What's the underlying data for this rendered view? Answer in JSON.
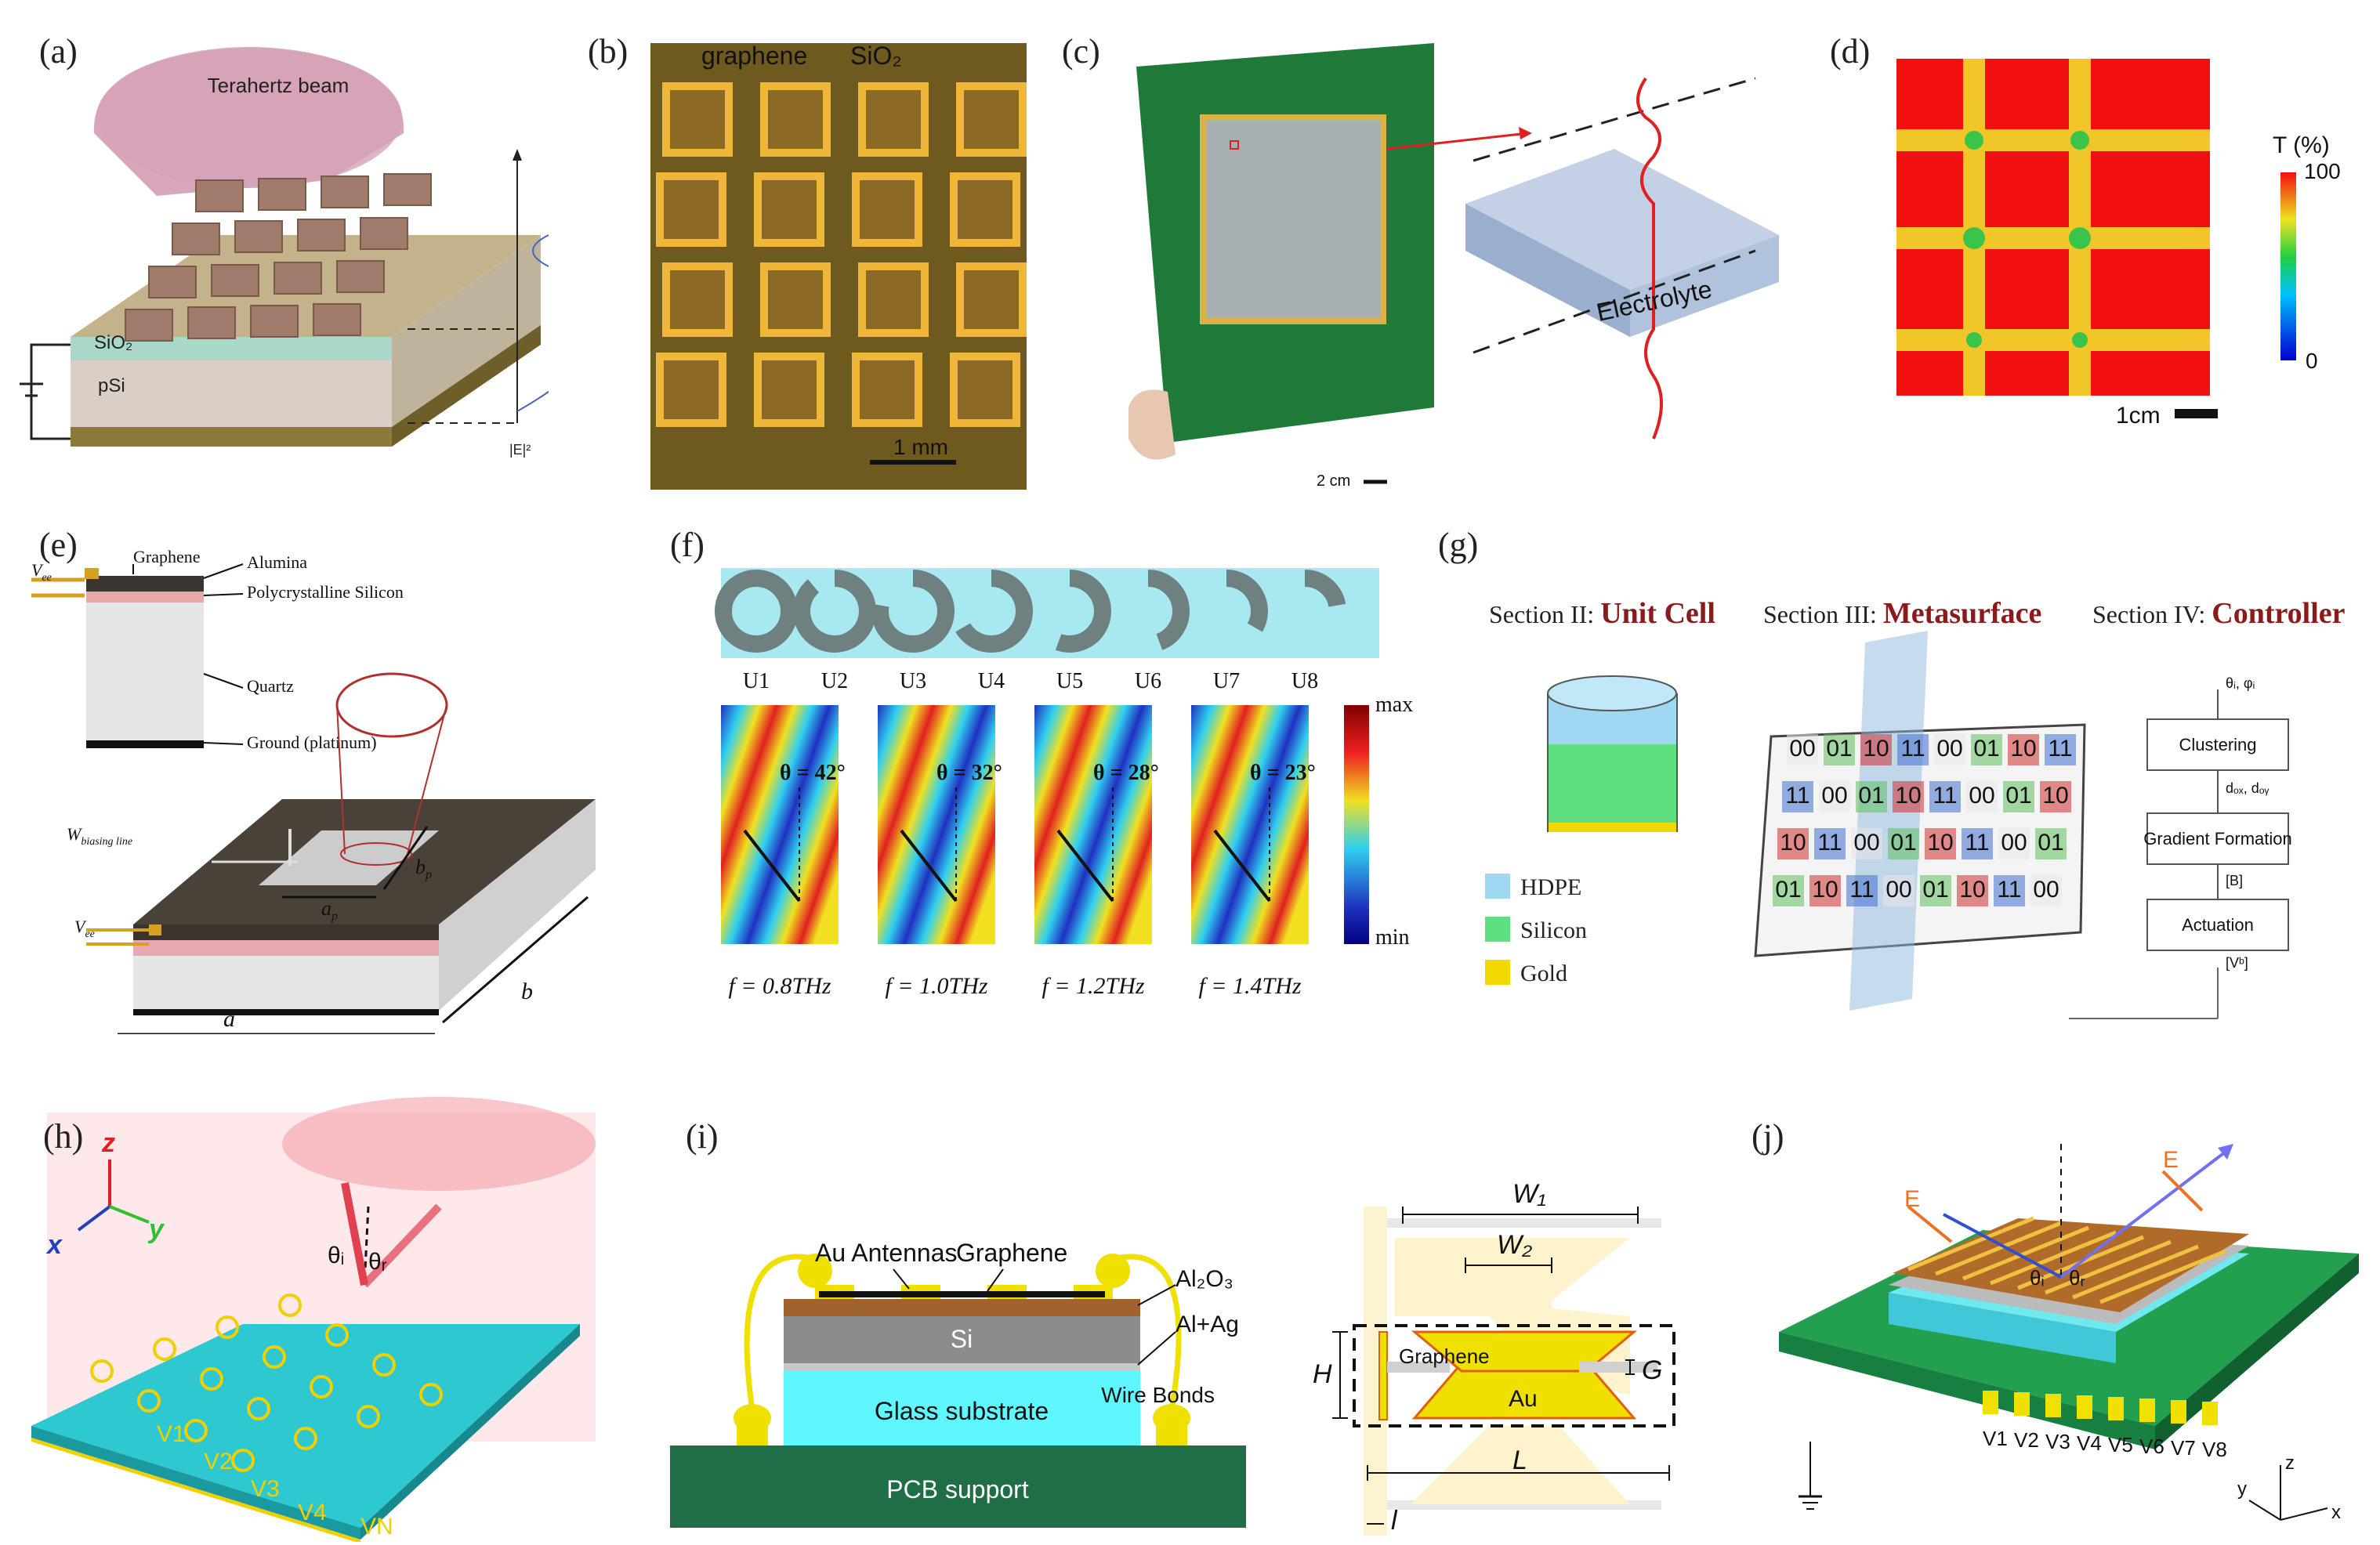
{
  "panel_labels": {
    "a": "(a)",
    "b": "(b)",
    "c": "(c)",
    "d": "(d)",
    "e": "(e)",
    "f": "(f)",
    "g": "(g)",
    "h": "(h)",
    "i": "(i)",
    "j": "(j)"
  },
  "panel_a": {
    "beam": "Terahertz beam",
    "sio2": "SiO₂",
    "psi": "pSi",
    "efield": "|E|²"
  },
  "panel_b": {
    "graphene": "graphene",
    "sio2": "SiO₂",
    "scale": "1 mm"
  },
  "panel_c": {
    "electrolyte": "Electrolyte",
    "scale": "2 cm"
  },
  "panel_d": {
    "colorbar_title": "T (%)",
    "cb_max": "100",
    "cb_min": "0",
    "scale": "1cm"
  },
  "panel_e": {
    "graphene": "Graphene",
    "alumina": "Alumina",
    "polysilicon": "Polycrystalline Silicon",
    "quartz": "Quartz",
    "ground": "Ground (platinum)",
    "vee": "V",
    "vee_sub": "ee",
    "w_bias": "W",
    "w_bias_sub": "biasing line",
    "ap": "a",
    "ap_sub": "p",
    "bp": "b",
    "bp_sub": "p",
    "a": "a",
    "b": "b"
  },
  "panel_f": {
    "units": [
      "U1",
      "U2",
      "U3",
      "U4",
      "U5",
      "U6",
      "U7",
      "U8"
    ],
    "angles": [
      "θ = 42°",
      "θ = 32°",
      "θ = 28°",
      "θ = 23°"
    ],
    "freqs": [
      "f = 0.8THz",
      "f = 1.0THz",
      "f = 1.2THz",
      "f = 1.4THz"
    ],
    "cb_max": "max",
    "cb_min": "min"
  },
  "panel_g": {
    "sec2": "Section II:",
    "sec2_title": "Unit Cell",
    "sec3": "Section III:",
    "sec3_title": "Metasurface",
    "sec4": "Section IV:",
    "sec4_title": "Controller",
    "legend": [
      "HDPE",
      "Silicon",
      "Gold"
    ],
    "ctrl_boxes": [
      "Clustering",
      "Gradient Formation",
      "Actuation"
    ],
    "ctrl_labels": [
      "θᵢ, φᵢ",
      "dₒₓ, dₒᵧ",
      "[B]",
      "[Vᵇ]"
    ],
    "codes": [
      [
        "00",
        "01",
        "10",
        "11",
        "00",
        "01",
        "10",
        "11"
      ],
      [
        "11",
        "00",
        "01",
        "10",
        "11",
        "00",
        "01",
        "10"
      ],
      [
        "10",
        "11",
        "00",
        "01",
        "10",
        "11",
        "00",
        "01"
      ],
      [
        "01",
        "10",
        "11",
        "00",
        "01",
        "10",
        "11",
        "00"
      ]
    ]
  },
  "panel_h": {
    "z": "z",
    "x": "x",
    "y": "y",
    "theta_i": "θᵢ",
    "theta_r": "θᵣ",
    "v": [
      "V1",
      "V2",
      "V3",
      "V4",
      "VN"
    ],
    "dots": "..."
  },
  "panel_i": {
    "au_antennas": "Au Antennas",
    "graphene": "Graphene",
    "al2o3": "Al₂O₃",
    "si": "Si",
    "alag": "Al+Ag",
    "glass": "Glass substrate",
    "wire": "Wire Bonds",
    "pcb": "PCB support",
    "w1": "W₁",
    "w2": "W₂",
    "h": "H",
    "g": "G",
    "graphene2": "Graphene",
    "au": "Au",
    "l": "L",
    "i": "l"
  },
  "panel_j": {
    "e1": "E",
    "e2": "E",
    "theta_i": "θᵢ",
    "theta_r": "θᵣ",
    "v": [
      "V1",
      "V2",
      "V3",
      "V4",
      "V5",
      "V6",
      "V7",
      "V8"
    ],
    "z": "z",
    "y": "y",
    "x": "x"
  },
  "colors": {
    "gold": "#f2c30e",
    "pcb_green": "#1a7a3a",
    "cyan": "#4fe1f5",
    "red_title": "#8b1a1a",
    "brown": "#8b5a2b",
    "graphene_dark": "#222222"
  }
}
